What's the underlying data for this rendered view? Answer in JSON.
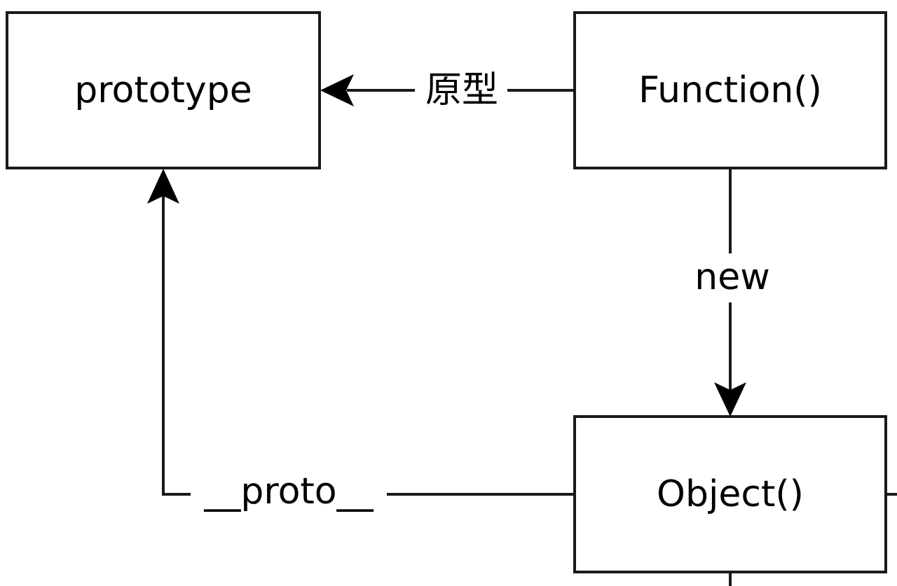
{
  "nodes": {
    "prototype": {
      "label": "prototype"
    },
    "function": {
      "label": "Function()"
    },
    "object": {
      "label": "Object()"
    }
  },
  "edges": {
    "prototype_edge": {
      "label": "原型"
    },
    "new_edge": {
      "label": "new"
    },
    "proto_edge": {
      "label": "__proto__"
    }
  },
  "colors": {
    "stroke": "#1a1a1a",
    "background": "#ffffff"
  }
}
